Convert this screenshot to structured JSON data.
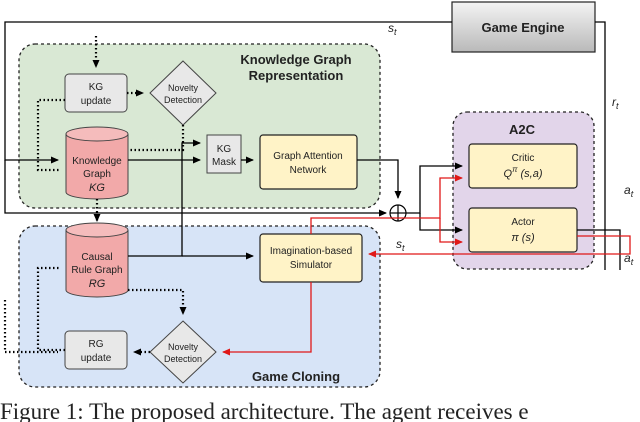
{
  "game_engine": {
    "label": "Game Engine"
  },
  "kg_panel": {
    "title_line1": "Knowledge Graph",
    "title_line2": "Representation"
  },
  "gc_panel": {
    "title": "Game Cloning"
  },
  "a2c_panel": {
    "title": "A2C"
  },
  "kg_update": {
    "line1": "KG",
    "line2": "update"
  },
  "kg_novelty": {
    "line1": "Novelty",
    "line2": "Detection"
  },
  "kg_cylinder": {
    "line1": "Knowledge",
    "line2": "Graph",
    "line3": "KG"
  },
  "kg_mask": {
    "line1": "KG",
    "line2": "Mask"
  },
  "gat": {
    "line1": "Graph Attention",
    "line2": "Network"
  },
  "critic": {
    "line1": "Critic",
    "line2_main": "Q",
    "line2_sup": "π",
    "line2_rest": " (s,a)"
  },
  "actor": {
    "line1": "Actor",
    "line2": "π (s)"
  },
  "rg_cylinder": {
    "line1": "Causal",
    "line2": "Rule Graph",
    "line3": "RG"
  },
  "simulator": {
    "line1": "Imagination-based",
    "line2": "Simulator"
  },
  "rg_update": {
    "line1": "RG",
    "line2": "update"
  },
  "rg_novelty": {
    "line1": "Novelty",
    "line2": "Detection"
  },
  "signals": {
    "s_top": "s",
    "s_top_sub": "t",
    "r_right": "r",
    "r_right_sub": "t",
    "a_right": "a",
    "a_right_sub": "t",
    "s_mid": "s",
    "s_mid_sub": "t",
    "a_red": "a",
    "a_red_sub": "t"
  },
  "caption": {
    "text": "Figure 1: The proposed architecture. The agent receives e"
  },
  "colors": {
    "kg_panel": "#d9e8d4",
    "gc_panel": "#d7e4f7",
    "a2c_panel": "#e2d5ea",
    "module": "#fff3c7",
    "cylinder": "#f2a9a9",
    "gray_box": "#e8e8e8",
    "red": "#e01818"
  }
}
